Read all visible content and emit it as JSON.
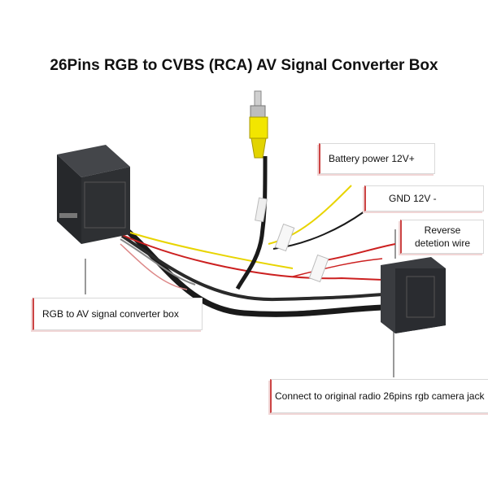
{
  "title": "26Pins RGB to CVBS (RCA) AV Signal Converter Box",
  "labels": {
    "battery": "Battery power 12V+",
    "gnd": "GND 12V -",
    "reverse_line1": "Reverse",
    "reverse_line2": "detetion  wire",
    "converter_box": "RGB to AV signal converter box",
    "connect": "Connect to original radio 26pins rgb camera jack"
  },
  "colors": {
    "cable_black": "#1a1a1a",
    "rca_yellow": "#f2e600",
    "wire_yellow": "#e8d400",
    "wire_red": "#cc2020",
    "box_gray": "#2e3033",
    "connector_gray": "#3a3c40",
    "callout_border": "#c44444"
  },
  "icons": [
    "rca-plug-icon",
    "converter-box-icon",
    "26pin-connector-icon"
  ]
}
